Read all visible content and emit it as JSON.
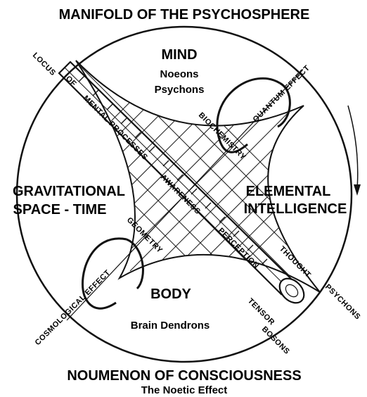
{
  "title": "MANIFOLD OF THE PSYCHOSPHERE",
  "footer": {
    "title": "NOUMENON OF CONSCIOUSNESS",
    "subtitle": "The Noetic Effect"
  },
  "regions": {
    "mind": {
      "title": "MIND",
      "line1": "Noeons",
      "line2": "Psychons"
    },
    "body": {
      "title": "BODY",
      "line1": "Brain Dendrons"
    },
    "left": {
      "line1": "GRAVITATIONAL",
      "line2": "SPACE - TIME"
    },
    "right": {
      "line1": "ELEMENTAL",
      "line2": "INTELLIGENCE"
    }
  },
  "tube_labels": {
    "locus": "LOCUS",
    "of": "OF",
    "mental_processes": "MENTAL PROCESSES",
    "awareness": "AWARENESS",
    "perception": "PERCEPTION",
    "thought": "THOUGHT"
  },
  "axis_labels": {
    "quantum_effect": "QUANTUM EFFECT",
    "biochemistry": "BIOCHEMISTRY",
    "geometry": "GEOMETRY",
    "cosmological_effect": "COSMOLOGICAL EFFECT",
    "tensor": "TENSOR",
    "bosons": "BOSONS",
    "psychons": "PSYCHONS"
  }
}
